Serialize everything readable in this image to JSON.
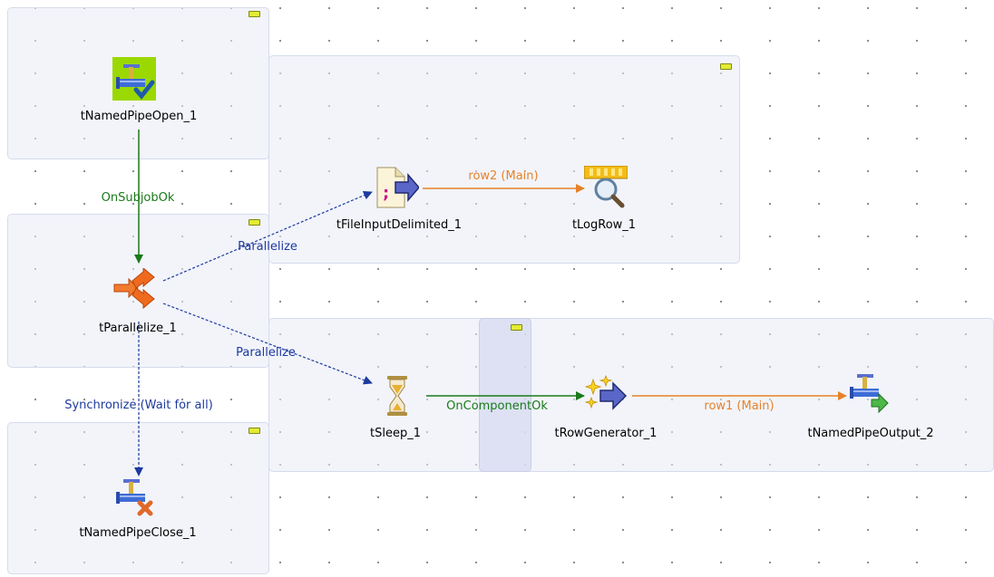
{
  "colors": {
    "trigger_link": "#1a7a1a",
    "main_link": "#e6822a",
    "parallel_link": "#1d3a9e",
    "subjob_bg": "#e8ebf6"
  },
  "components": {
    "named_pipe_open": "tNamedPipeOpen_1",
    "parallelize": "tParallelize_1",
    "named_pipe_close": "tNamedPipeClose_1",
    "file_input": "tFileInputDelimited_1",
    "log_row": "tLogRow_1",
    "sleep": "tSleep_1",
    "row_generator": "tRowGenerator_1",
    "named_pipe_output": "tNamedPipeOutput_2"
  },
  "links": {
    "on_subjob_ok": "OnSubjobOk",
    "parallelize_a": "Parallelize",
    "parallelize_b": "Parallelize",
    "synchronize": "Synchronize (Wait for all)",
    "row2": "row2 (Main)",
    "on_component_ok": "OnComponentOk",
    "row1": "row1 (Main)"
  },
  "icons": {
    "named_pipe_open": "pipe-open-icon",
    "parallelize": "parallelize-icon",
    "named_pipe_close": "pipe-close-icon",
    "file_input": "file-input-delimited-icon",
    "log_row": "log-row-icon",
    "sleep": "hourglass-icon",
    "row_generator": "row-generator-icon",
    "named_pipe_output": "pipe-output-icon"
  }
}
